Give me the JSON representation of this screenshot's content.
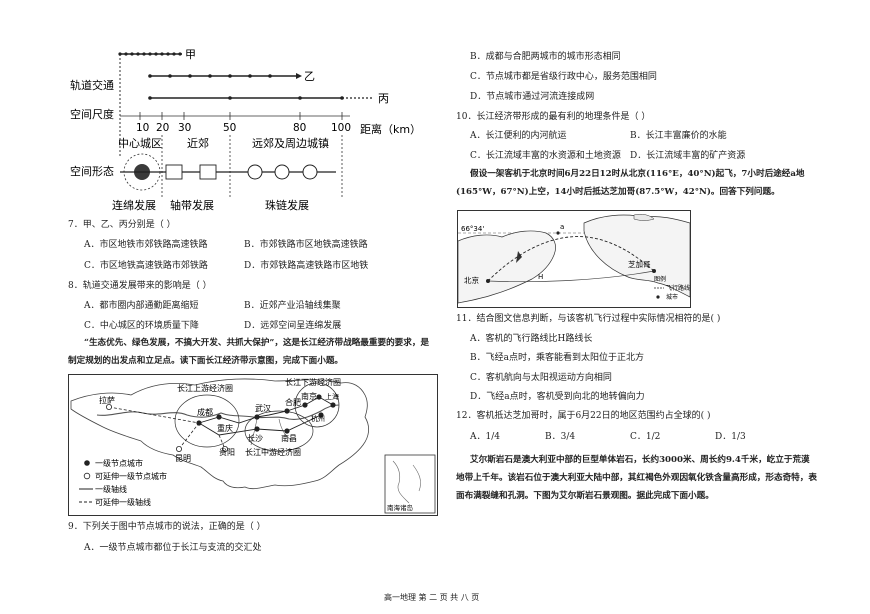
{
  "diagram1": {
    "row_labels": [
      "轨道交通",
      "空间尺度",
      "空间形态"
    ],
    "lines": [
      {
        "name": "甲"
      },
      {
        "name": "乙"
      },
      {
        "name": "丙"
      }
    ],
    "zones": [
      "中心城区",
      "近郊",
      "远郊及周边城镇"
    ],
    "distances": [
      "10",
      "20",
      "30",
      "50",
      "80",
      "100"
    ],
    "distance_label": "距离（km）",
    "stages": [
      "连绵发展",
      "轴带发展",
      "珠链发展"
    ]
  },
  "left_questions": [
    {
      "stem": "7．甲、乙、丙分别是（    ）",
      "options": [
        "A．市区地铁市郊铁路高速铁路",
        "B．市郊铁路市区地铁高速铁路",
        "C．市区地铁高速铁路市郊铁路",
        "D．市郊铁路高速铁路市区地铁"
      ]
    },
    {
      "stem": "8．轨道交通发展带来的影响是（    ）",
      "options": [
        "A．都市圈内部通勤距离缩短",
        "B．近郊产业沿轴线集聚",
        "C．中心城区的环境质量下降",
        "D．远郊空间呈连绵发展"
      ]
    }
  ],
  "passage1": {
    "line1": "“生态优先、绿色发展，不搞大开发、共抓大保护”，这是长江经济带战略最重要的要求，是",
    "line2": "制定规划的出发点和立足点。读下面长江经济带示意图，完成下面小题。"
  },
  "map1": {
    "labels": {
      "upper": "长江上游经济圈",
      "lower": "长江下游经济圈",
      "middle": "长江中游经济圈",
      "lhasa": "拉萨",
      "chengdu": "成都",
      "chongqing": "重庆",
      "wuhan": "武汉",
      "hefei": "合肥",
      "nanjing": "南京",
      "shanghai": "上海",
      "hangzhou": "杭州",
      "changsha": "长沙",
      "nanchang": "南昌",
      "guiyang": "贵阳",
      "kunming": "昆明",
      "inset": "南海诸岛"
    },
    "legend": [
      "一级节点城市",
      "可延伸一级节点城市",
      "一级轴线",
      "可延伸一级轴线"
    ]
  },
  "q9": {
    "stem": "9．下列关于图中节点城市的说法，正确的是（    ）",
    "option_a": "A．一级节点城市都位于长江与支流的交汇处"
  },
  "right_top_options": [
    "B．成都与合肥两城市的城市形态相同",
    "C．节点城市都是省级行政中心，服务范围相同",
    "D．节点城市通过河流连接成网"
  ],
  "q10": {
    "stem": "10．长江经济带形成的最有利的地理条件是（    ）",
    "options": [
      "A．长江便利的内河航运",
      "B．长江丰富廉价的水能",
      "C．长江流域丰富的水资源和土地资源",
      "D．长江流域丰富的矿产资源"
    ]
  },
  "passage2": {
    "line1": "假设一架客机于北京时间6月22日12时从北京(116°E，40°N)起飞，7小时后途经a地",
    "line2": "(165°W，67°N)上空，14小时后抵达芝加哥(87.5°W，42°N)。回答下列问题。"
  },
  "map2": {
    "lat_label": "66°34'",
    "beijing": "北京",
    "chicago": "芝加哥",
    "legend": [
      "图例",
      "飞行路线",
      "城市"
    ],
    "a": "a",
    "h": "H"
  },
  "q11": {
    "stem": "11．结合图文信息判断，与该客机飞行过程中实际情况相符的是(        )",
    "options": [
      "A．客机的飞行路线比H路线长",
      "B．飞经a点时，乘客能看到太阳位于正北方",
      "C．客机航向与太阳视运动方向相同",
      "D．飞经a点时，客机受到向北的地转偏向力"
    ]
  },
  "q12": {
    "stem": "12．客机抵达芝加哥时，属于6月22日的地区范围约占全球的(        )",
    "options": [
      "A．1/4",
      "B．3/4",
      "C．1/2",
      "D．1/3"
    ]
  },
  "passage3": {
    "line1": "艾尔斯岩石是澳大利亚中部的巨型单体岩石，长约3000米、周长约9.4千米，屹立于荒漠",
    "line2": "地带上千年。该岩石位于澳大利亚大陆中部，其红褐色外观因氧化铁含量高形成，形态奇特，表",
    "line3": "面布满裂缝和孔洞。下图为艾尔斯岩石景观图。据此完成下面小题。"
  },
  "footer": "高一地理  第 二 页  共 八 页"
}
